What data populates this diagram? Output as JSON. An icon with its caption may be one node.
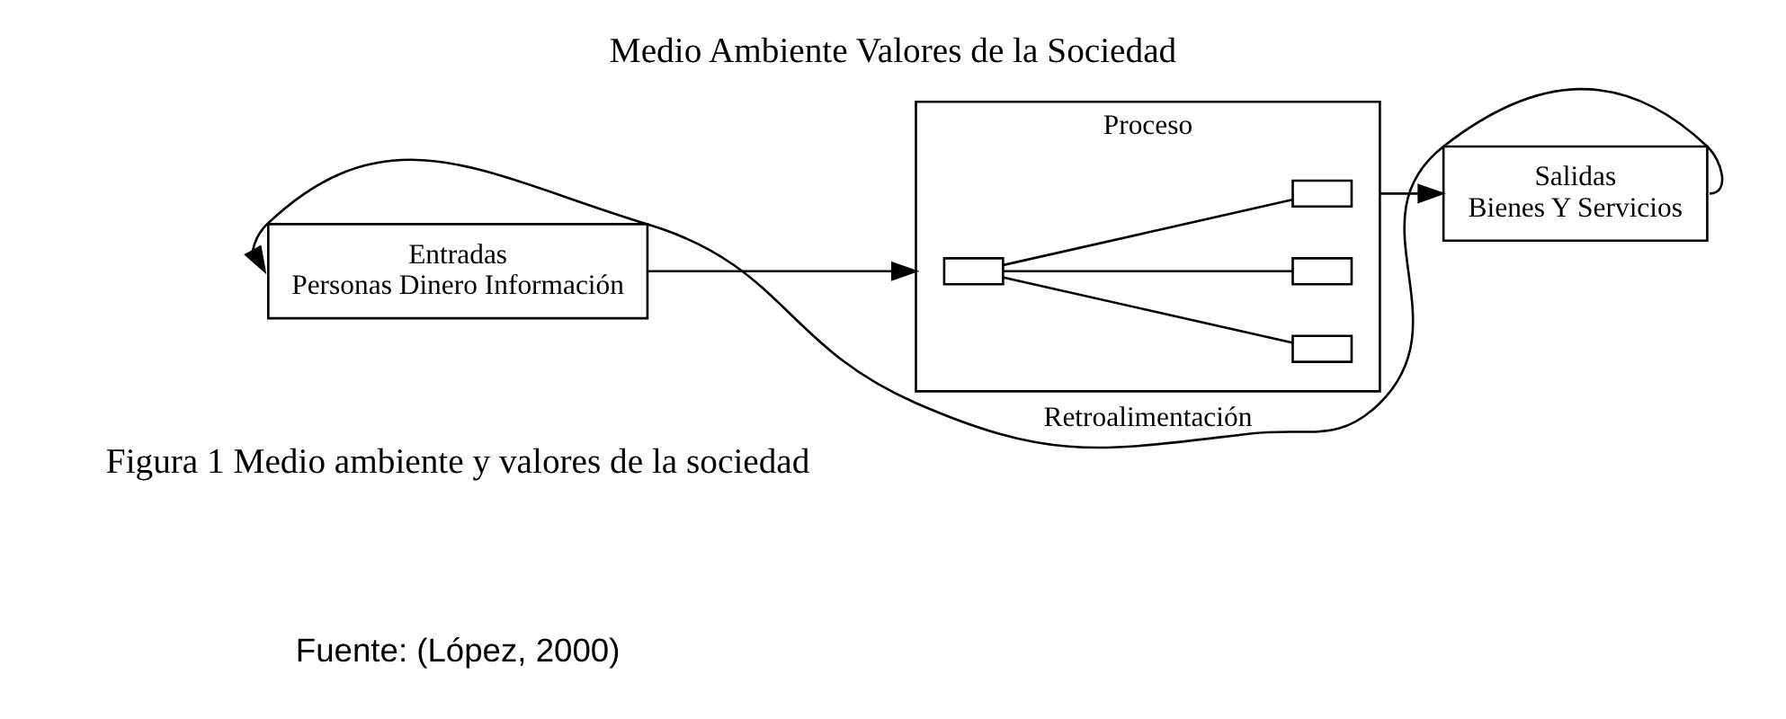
{
  "diagram": {
    "title": "Medio Ambiente Valores de la Sociedad",
    "caption": "Figura 1 Medio ambiente y valores de la sociedad",
    "nodes": [
      {
        "text": [
          "Entradas",
          "Personas Dinero Información"
        ]
      },
      {
        "text": [
          "Proceso"
        ]
      },
      {
        "text": [],
        "shape": "box",
        "in": 1
      },
      {
        "text": [],
        "shape": "box",
        "in": 1
      },
      {
        "text": [],
        "shape": "box",
        "in": 1
      },
      {
        "text": [],
        "shape": "box",
        "in": 1
      },
      {
        "text": [
          "Salidas",
          "Bienes Y Servicios"
        ]
      }
    ],
    "edges": [
      {
        "from": 0,
        "to": 1,
        "arrow": "to"
      },
      {
        "from": 1,
        "to": 6,
        "arrow": "to"
      },
      {
        "from": 2,
        "to": 3,
        "arrow": "none"
      },
      {
        "from": 2,
        "to": 4,
        "arrow": "none"
      },
      {
        "from": 2,
        "to": 5,
        "arrow": "none"
      },
      {
        "from": 6,
        "to": 0,
        "arrow": "to",
        "label": "Retroalimentación"
      }
    ],
    "labels": [
      "Fuente: (López, 2000)"
    ]
  }
}
